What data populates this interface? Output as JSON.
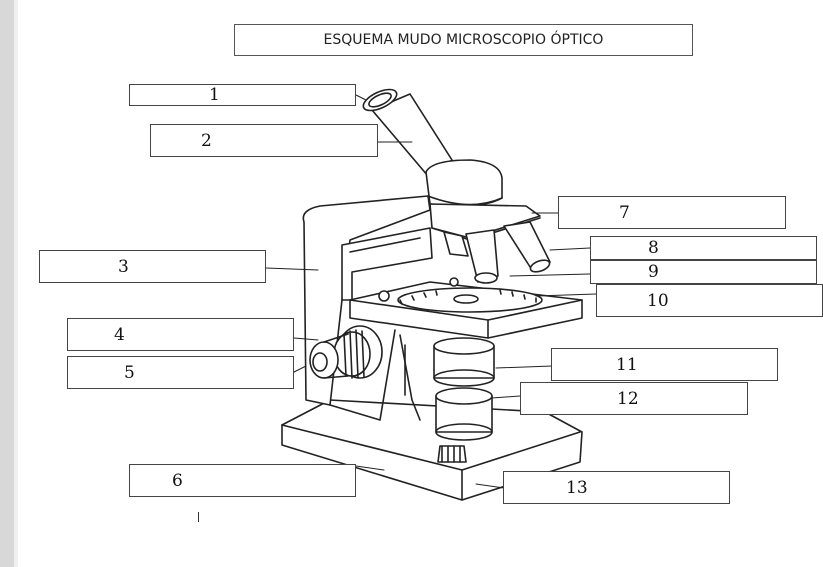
{
  "title": "ESQUEMA MUDO MICROSCOPIO ÓPTICO",
  "labels": [
    {
      "id": "1",
      "text": "1"
    },
    {
      "id": "2",
      "text": "2"
    },
    {
      "id": "3",
      "text": "3"
    },
    {
      "id": "4",
      "text": "4"
    },
    {
      "id": "5",
      "text": "5"
    },
    {
      "id": "6",
      "text": "6"
    },
    {
      "id": "7",
      "text": "7"
    },
    {
      "id": "8",
      "text": "8"
    },
    {
      "id": "9",
      "text": "9"
    },
    {
      "id": "10",
      "text": "10"
    },
    {
      "id": "11",
      "text": "11"
    },
    {
      "id": "12",
      "text": "12"
    },
    {
      "id": "13",
      "text": "13"
    }
  ]
}
